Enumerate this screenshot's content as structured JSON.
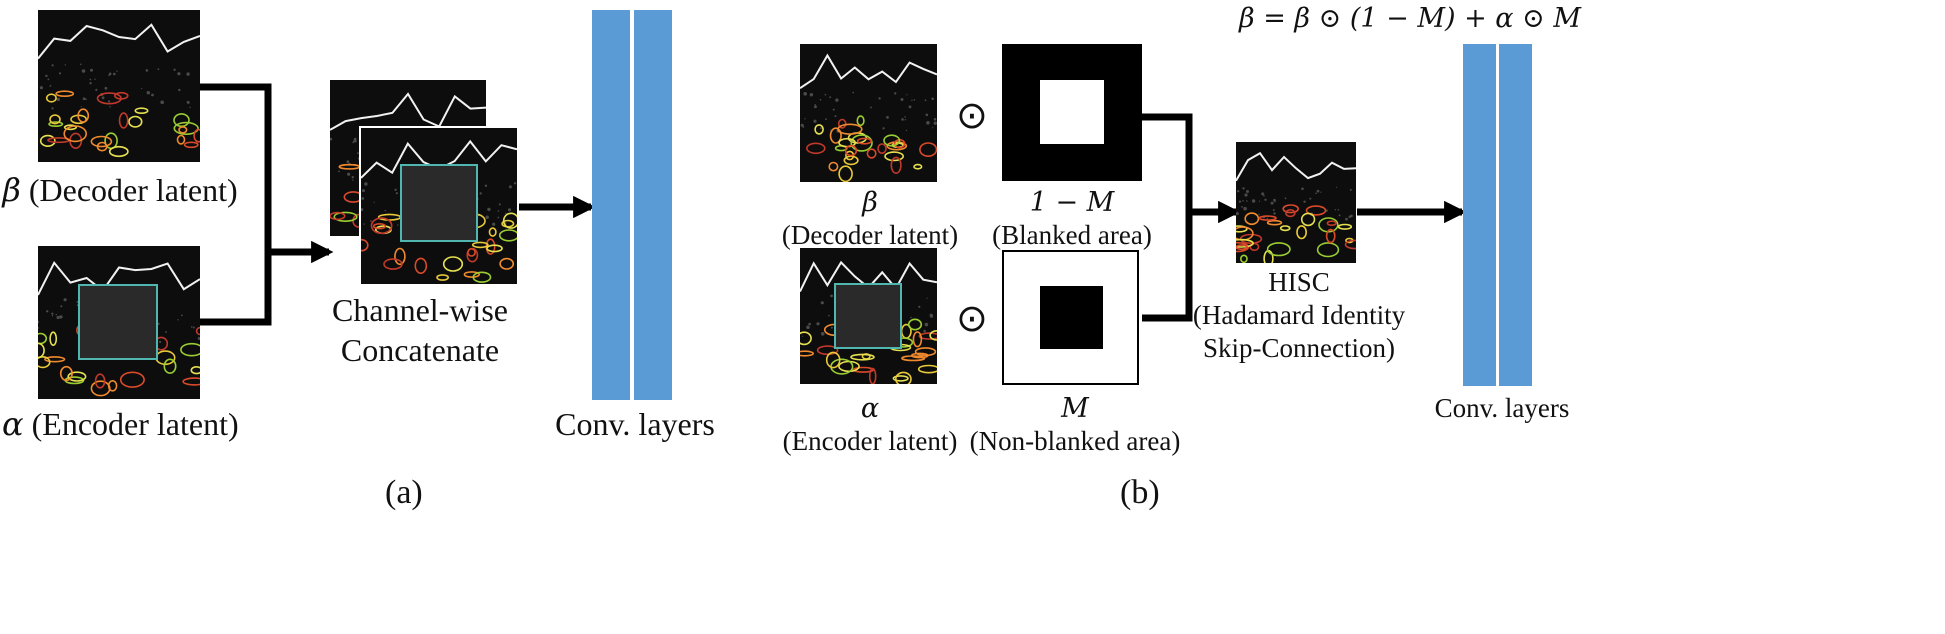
{
  "panel_a": {
    "caption": "(a)",
    "beta_label_sym": "β",
    "beta_label_text": " (Decoder latent)",
    "alpha_label_sym": "α",
    "alpha_label_text": " (Encoder latent)",
    "concat_line1": "Channel-wise",
    "concat_line2": "Concatenate",
    "conv_label": "Conv. layers"
  },
  "panel_b": {
    "caption": "(b)",
    "formula": "β = β ⊙ (1 − M) + α ⊙ M",
    "beta_sym": "β",
    "beta_text": "(Decoder latent)",
    "alpha_sym": "α",
    "alpha_text": "(Encoder latent)",
    "odot_top": "⊙",
    "odot_bottom": "⊙",
    "mask_inv_sym": "1 − M",
    "mask_inv_text": "(Blanked area)",
    "mask_sym": "M",
    "mask_text": "(Non-blanked area)",
    "hisc_line1": "HISC",
    "hisc_line2": "(Hadamard Identity",
    "hisc_line3": "Skip-Connection)",
    "conv_label": "Conv. layers"
  },
  "colors": {
    "conv_fill": "#5b9bd5",
    "tile_background": "#0d0d0d",
    "blank_region": "#2a2a2a"
  }
}
